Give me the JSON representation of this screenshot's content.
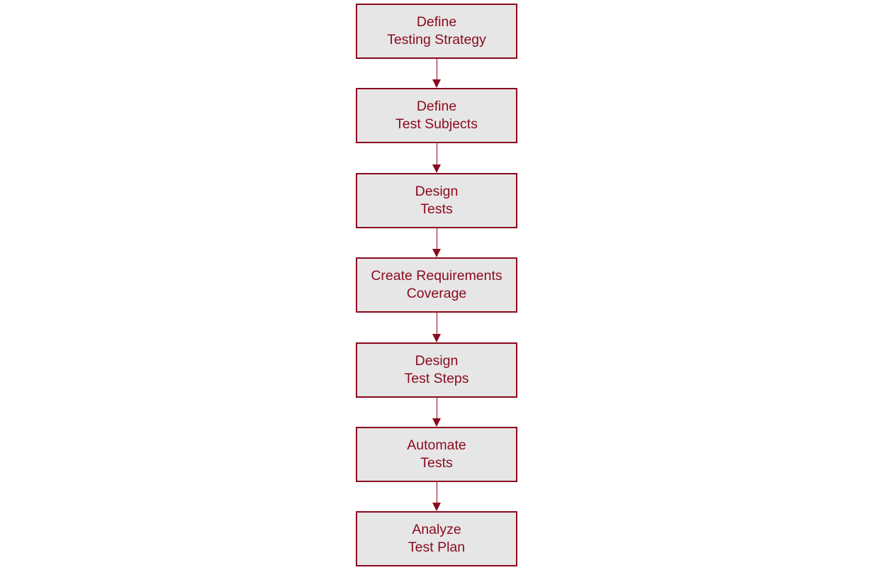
{
  "diagram": {
    "type": "vertical-flowchart",
    "colors": {
      "border": "#8b0a1e",
      "text": "#8b0a1e",
      "box_fill": "#e6e6e6",
      "arrow": "#8b0a1e",
      "background": "#ffffff"
    },
    "steps": [
      {
        "line1": "Define",
        "line2": "Testing Strategy"
      },
      {
        "line1": "Define",
        "line2": "Test Subjects"
      },
      {
        "line1": "Design",
        "line2": "Tests"
      },
      {
        "line1": "Create Requirements",
        "line2": "Coverage"
      },
      {
        "line1": "Design",
        "line2": "Test Steps"
      },
      {
        "line1": "Automate",
        "line2": "Tests"
      },
      {
        "line1": "Analyze",
        "line2": "Test Plan"
      }
    ],
    "connections": [
      {
        "from": 0,
        "to": 1
      },
      {
        "from": 1,
        "to": 2
      },
      {
        "from": 2,
        "to": 3
      },
      {
        "from": 3,
        "to": 4
      },
      {
        "from": 4,
        "to": 5
      },
      {
        "from": 5,
        "to": 6
      }
    ]
  }
}
